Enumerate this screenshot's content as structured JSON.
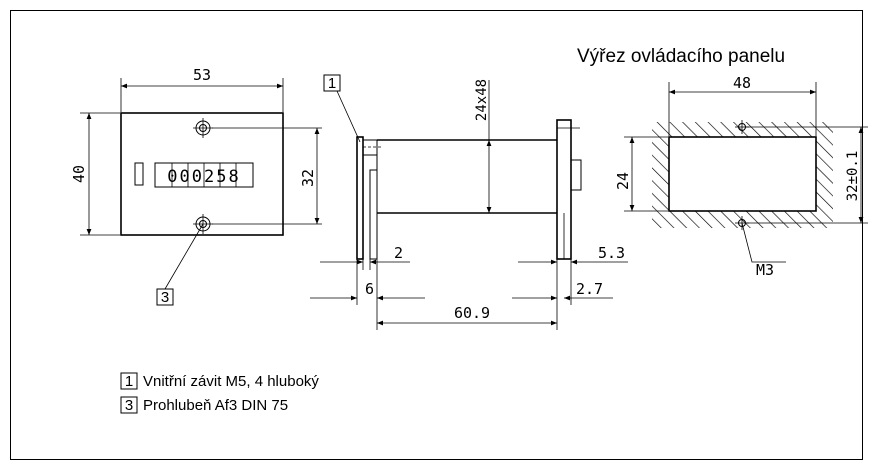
{
  "front_view": {
    "width_label": "53",
    "height_label": "40",
    "hole_spacing_label": "32",
    "counter_value": "000258",
    "callout_3": "3"
  },
  "side_view": {
    "callout_1": "1",
    "size_label": "24x48",
    "d2": "2",
    "d6": "6",
    "d53": "5.3",
    "d27": "2.7",
    "length_label": "60.9"
  },
  "cutout": {
    "title": "Výřez ovládacího panelu",
    "width_label": "48",
    "height_label": "24",
    "hole_spacing_label": "32±0.1",
    "thread_label": "M3"
  },
  "legend": [
    {
      "num": "1",
      "text": "Vnitřní závit M5, 4 hluboký"
    },
    {
      "num": "3",
      "text": "Prohlubeň Af3 DIN 75"
    }
  ]
}
